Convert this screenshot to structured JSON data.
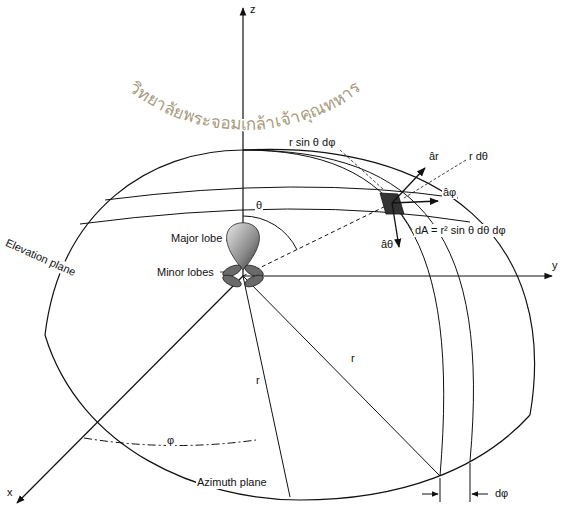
{
  "diagram": {
    "labels": [
      "z",
      "r sin θ dφ",
      "r dθ",
      "âr",
      "âφ",
      "θ",
      "dA = r² sin θ dθ dφ",
      "âθ",
      "Elevation plane",
      "Major lobe",
      "Minor lobes",
      "y",
      "r",
      "r",
      "φ",
      "x",
      "Azimuth plane",
      "dφ",
      "วิทยาลัยพระจอมเกล้าเจ้าคุณทหาร"
    ]
  }
}
